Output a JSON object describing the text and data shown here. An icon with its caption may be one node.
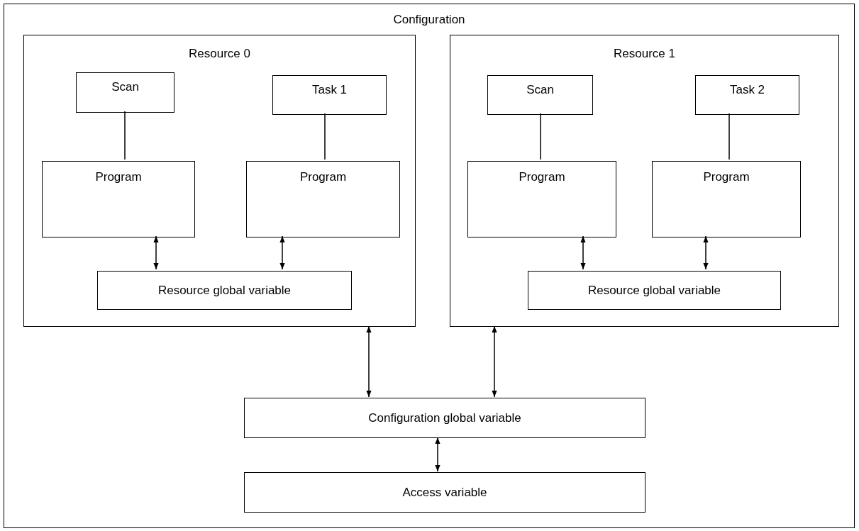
{
  "diagram": {
    "nodes": [
      {
        "text": [
          "Configuration"
        ]
      },
      {
        "text": [
          "Resource 0"
        ],
        "in": 0
      },
      {
        "text": [
          "Scan"
        ],
        "in": 1
      },
      {
        "text": [
          "Task 1"
        ],
        "in": 1
      },
      {
        "text": [
          "Program"
        ],
        "in": 1
      },
      {
        "text": [
          "Program"
        ],
        "in": 1
      },
      {
        "text": [
          "Resource global variable"
        ],
        "in": 1
      },
      {
        "text": [
          "Resource 1"
        ],
        "in": 0
      },
      {
        "text": [
          "Scan"
        ],
        "in": 7
      },
      {
        "text": [
          "Task 2"
        ],
        "in": 7
      },
      {
        "text": [
          "Program"
        ],
        "in": 7
      },
      {
        "text": [
          "Program"
        ],
        "in": 7
      },
      {
        "text": [
          "Resource global variable"
        ],
        "in": 7
      },
      {
        "text": [
          "Configuration global variable"
        ],
        "in": 0
      },
      {
        "text": [
          "Access variable"
        ],
        "in": 0
      }
    ],
    "edges": [
      {
        "from": 2,
        "to": 4,
        "arrow": "none"
      },
      {
        "from": 3,
        "to": 5,
        "arrow": "none"
      },
      {
        "from": 4,
        "to": 6,
        "arrow": "both"
      },
      {
        "from": 5,
        "to": 6,
        "arrow": "both"
      },
      {
        "from": 8,
        "to": 10,
        "arrow": "none"
      },
      {
        "from": 9,
        "to": 11,
        "arrow": "none"
      },
      {
        "from": 10,
        "to": 12,
        "arrow": "both"
      },
      {
        "from": 11,
        "to": 12,
        "arrow": "both"
      },
      {
        "from": 1,
        "to": 13,
        "arrow": "both"
      },
      {
        "from": 7,
        "to": 13,
        "arrow": "both"
      },
      {
        "from": 13,
        "to": 14,
        "arrow": "both"
      }
    ]
  }
}
